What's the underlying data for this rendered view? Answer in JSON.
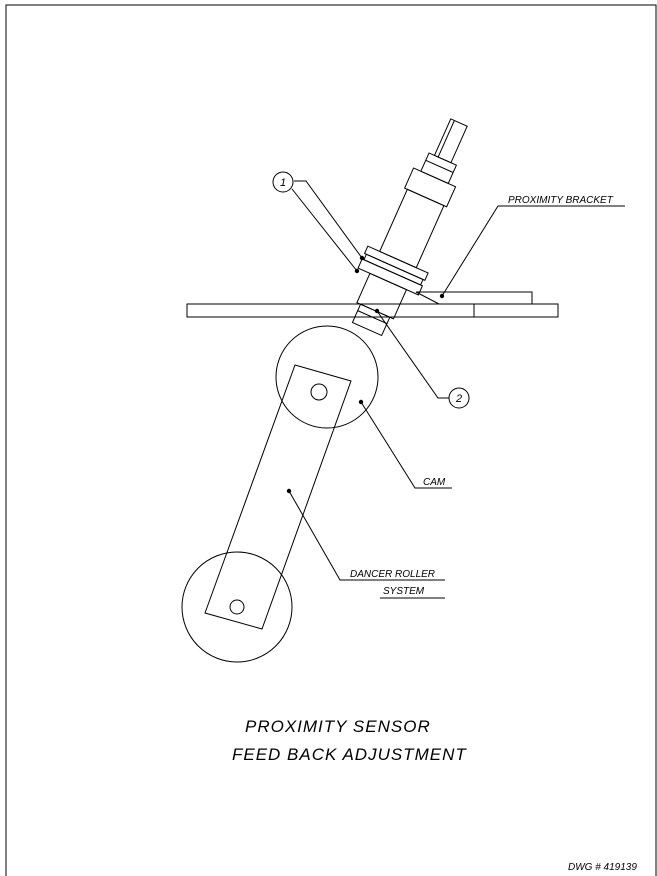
{
  "drawing": {
    "callouts": {
      "bubble_1": "1",
      "bubble_2": "2"
    },
    "labels": {
      "proximity_bracket": "PROXIMITY BRACKET",
      "cam": "CAM",
      "dancer_roller_line1": "DANCER ROLLER",
      "dancer_roller_line2": "SYSTEM"
    },
    "title": {
      "line1": "PROXIMITY SENSOR",
      "line2": "FEED BACK ADJUSTMENT"
    },
    "dwg_number": "DWG # 419139"
  }
}
